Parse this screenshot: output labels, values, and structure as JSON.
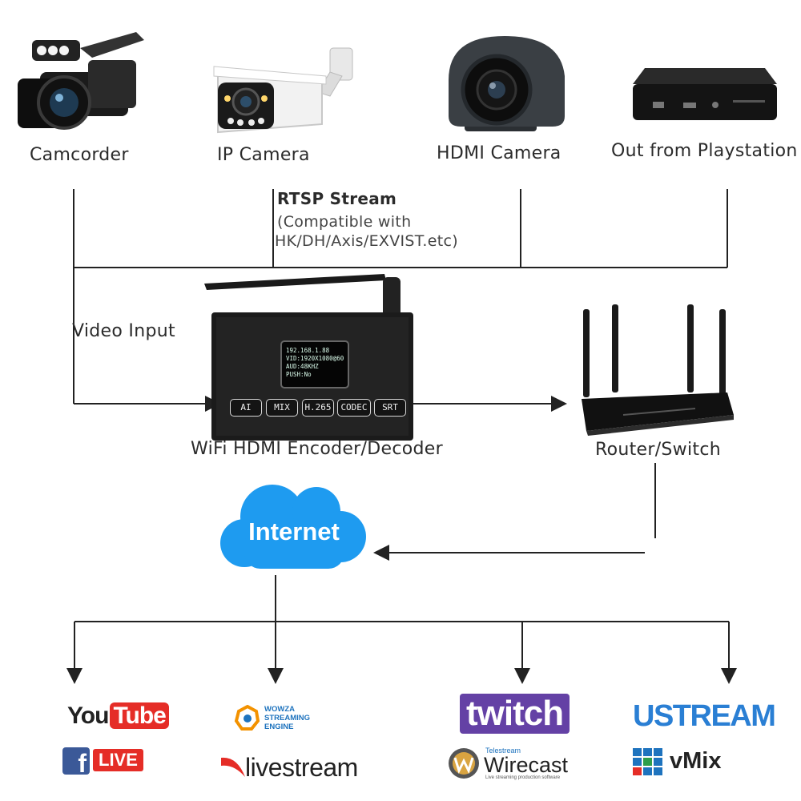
{
  "devices": {
    "camcorder": "Camcorder",
    "ip_camera": "IP Camera",
    "hdmi_camera": "HDMI Camera",
    "playstation": "Out from Playstation"
  },
  "rtsp": {
    "title": "RTSP Stream",
    "line1": "(Compatible with",
    "line2": "HK/DH/Axis/EXVIST.etc)"
  },
  "video_input": "Video Input",
  "encoder": {
    "label": "WiFi HDMI Encoder/Decoder",
    "screen": [
      "192.168.1.88",
      "VID:1920X1080@60",
      "AUD:48KHZ",
      "PUSH:No"
    ],
    "buttons": [
      "AI",
      "MIX",
      "H.265",
      "CODEC",
      "SRT"
    ]
  },
  "router": {
    "label": "Router/Switch"
  },
  "internet": "Internet",
  "platforms": {
    "youtube_a": "You",
    "youtube_b": "Tube",
    "facebook_live": "LIVE",
    "wowza_1": "WOWZA",
    "wowza_2": "STREAMING",
    "wowza_3": "ENGINE",
    "livestream": "livestream",
    "twitch": "twitch",
    "wirecast_brand": "Telestream",
    "wirecast": "Wirecast",
    "wirecast_tag": "Live streaming production software",
    "ustream": "USTREAM",
    "vmix": "vMix"
  },
  "colors": {
    "cloud": "#1e9bf0",
    "youtube_red": "#e52d27",
    "facebook_blue": "#3b5998",
    "twitch_purple": "#6441a5",
    "ustream_blue": "#2a7fd4",
    "wowza_orange": "#f39200"
  }
}
